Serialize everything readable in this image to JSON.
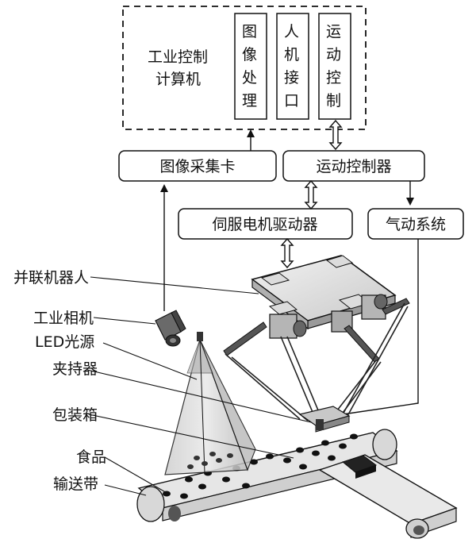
{
  "computer": {
    "title_line1": "工业控制",
    "title_line2": "计算机",
    "modules": [
      {
        "chars": [
          "图",
          "像",
          "处",
          "理"
        ]
      },
      {
        "chars": [
          "人",
          "机",
          "接",
          "口"
        ]
      },
      {
        "chars": [
          "运",
          "动",
          "控",
          "制"
        ]
      }
    ]
  },
  "boxes": {
    "capture_card": "图像采集卡",
    "motion_controller": "运动控制器",
    "servo_driver": "伺服电机驱动器",
    "pneumatic": "气动系统"
  },
  "labels": {
    "robot": "并联机器人",
    "camera": "工业相机",
    "led": "LED光源",
    "gripper": "夹持器",
    "package_box": "包装箱",
    "food": "食品",
    "conveyor": "输送带"
  }
}
